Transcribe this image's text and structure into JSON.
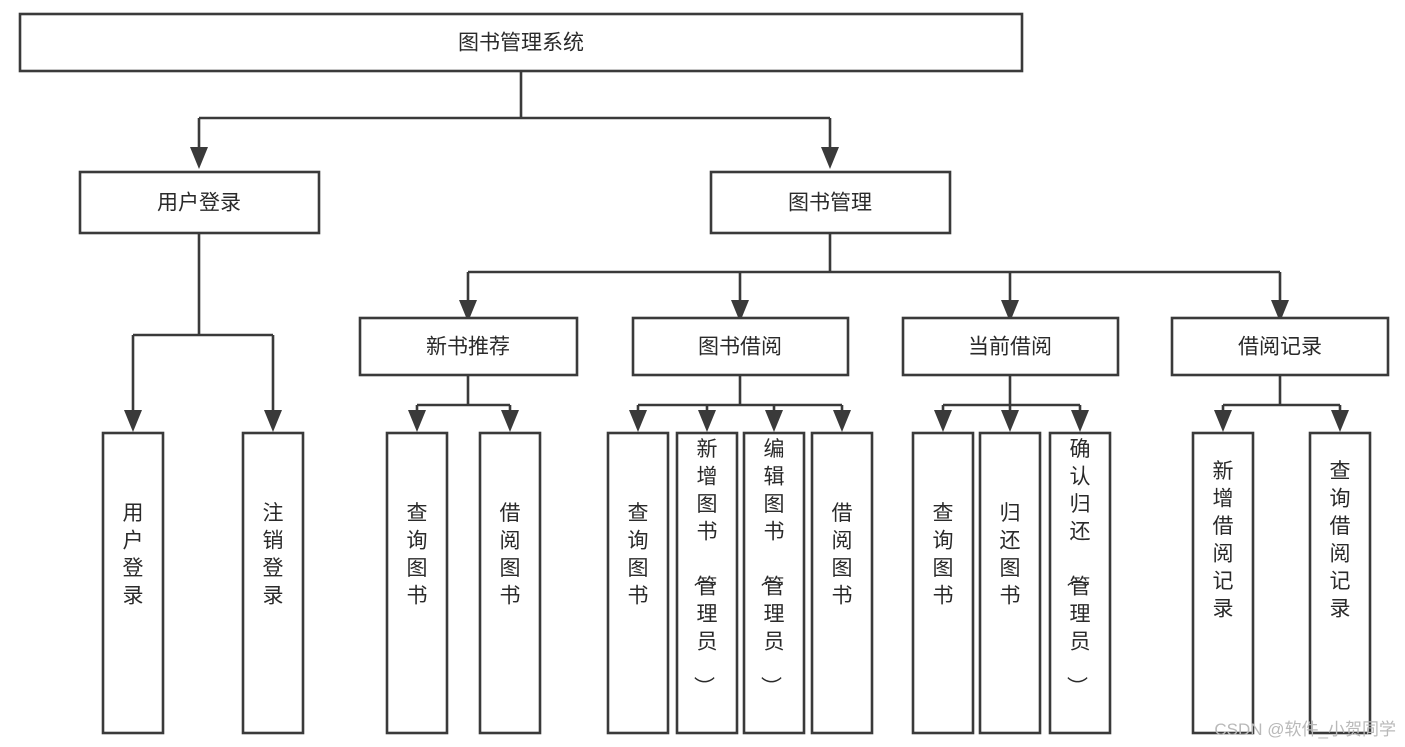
{
  "diagram": {
    "title": "图书管理系统",
    "type": "tree-hierarchy-chart",
    "root": {
      "id": "root",
      "label": "图书管理系统"
    },
    "level1": [
      {
        "id": "user-login",
        "label": "用户登录"
      },
      {
        "id": "book-manage",
        "label": "图书管理"
      }
    ],
    "level2": [
      {
        "id": "new-book-recommend",
        "label": "新书推荐",
        "parent": "book-manage"
      },
      {
        "id": "book-borrow",
        "label": "图书借阅",
        "parent": "book-manage"
      },
      {
        "id": "current-borrow",
        "label": "当前借阅",
        "parent": "book-manage"
      },
      {
        "id": "borrow-record",
        "label": "借阅记录",
        "parent": "book-manage"
      }
    ],
    "leaves": {
      "user-login": [
        {
          "id": "leaf-user-login",
          "label": "用户登录"
        },
        {
          "id": "leaf-user-logout",
          "label": "注销登录"
        }
      ],
      "new-book-recommend": [
        {
          "id": "leaf-query-book-1",
          "label": "查询图书"
        },
        {
          "id": "leaf-borrow-book-1",
          "label": "借阅图书"
        }
      ],
      "book-borrow": [
        {
          "id": "leaf-query-book-2",
          "label": "查询图书"
        },
        {
          "id": "leaf-add-book",
          "label": "新增图书（管理员）"
        },
        {
          "id": "leaf-edit-book",
          "label": "编辑图书（管理员）"
        },
        {
          "id": "leaf-borrow-book-2",
          "label": "借阅图书"
        }
      ],
      "current-borrow": [
        {
          "id": "leaf-query-book-3",
          "label": "查询图书"
        },
        {
          "id": "leaf-return-book",
          "label": "归还图书"
        },
        {
          "id": "leaf-confirm-return",
          "label": "确认归还（管理员）"
        }
      ],
      "borrow-record": [
        {
          "id": "leaf-add-record",
          "label": "新增借阅记录"
        },
        {
          "id": "leaf-query-record",
          "label": "查询借阅记录"
        }
      ]
    }
  },
  "watermark": {
    "text": "CSDN @软件_小贺同学"
  },
  "colors": {
    "background": "#ffffff",
    "box_fill": "#ffffff",
    "box_stroke": "#3a3a3a",
    "text": "#2a2a2a",
    "watermark": "#b9b9b9"
  }
}
